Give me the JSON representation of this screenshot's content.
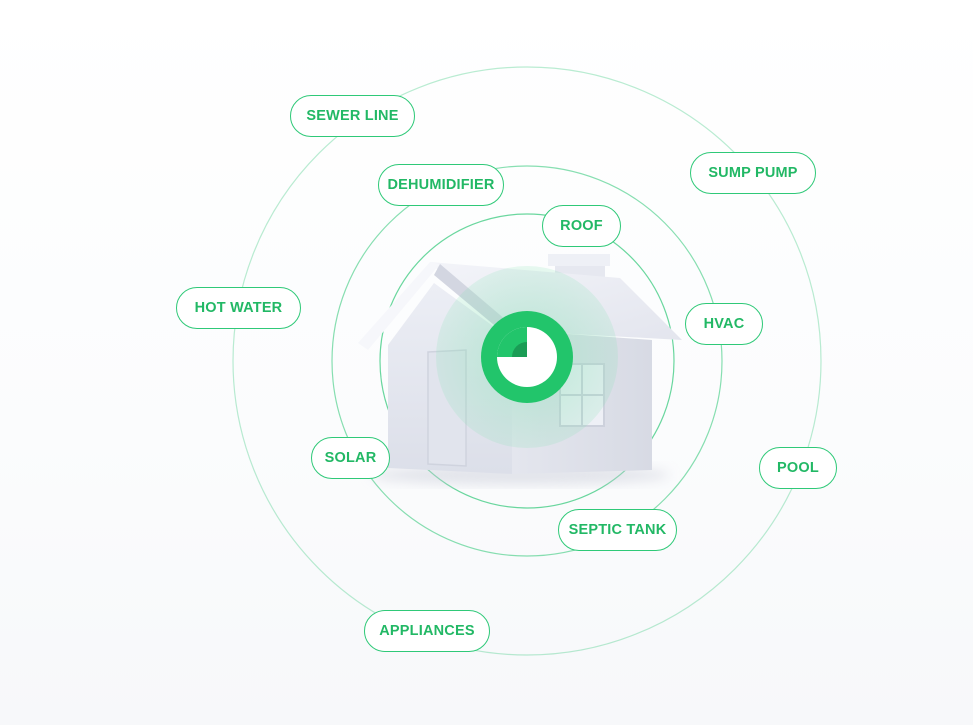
{
  "service_tags": {
    "sewer_line": "SEWER LINE",
    "dehumidifier": "DEHUMIDIFIER",
    "sump_pump": "SUMP PUMP",
    "roof": "ROOF",
    "hot_water": "HOT WATER",
    "hvac": "HVAC",
    "solar": "SOLAR",
    "pool": "POOL",
    "septic_tank": "SEPTIC TANK",
    "appliances": "APPLIANCES"
  },
  "colors": {
    "accent": "#22c56b",
    "pill_border": "#2fc978",
    "ring": "#2fc978",
    "house": "#e9ebf2"
  },
  "icons": {
    "center_badge": "partial-circle-logo-icon",
    "house": "house-illustration"
  }
}
